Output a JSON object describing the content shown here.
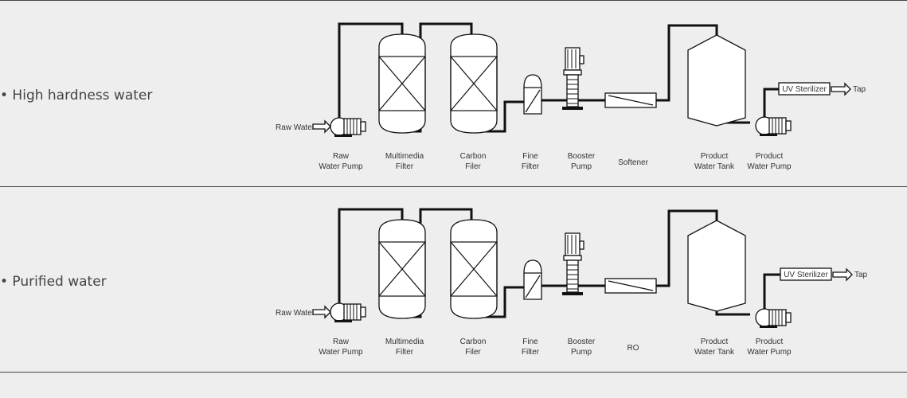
{
  "rows": [
    {
      "title": "• High hardness water",
      "inlet": "Raw Water",
      "uv": "UV Sterilizer",
      "tap": "Tap",
      "labels": [
        [
          "Raw",
          "Water Pump"
        ],
        [
          "Multimedia",
          "Filter"
        ],
        [
          "Carbon",
          "Filer"
        ],
        [
          "Fine",
          "Filter"
        ],
        [
          "Booster",
          "Pump"
        ],
        [
          "Softener"
        ],
        [
          "Product",
          "Water Tank"
        ],
        [
          "Product",
          "Water Pump"
        ]
      ]
    },
    {
      "title": "• Purified water",
      "inlet": "Raw Water",
      "uv": "UV Sterilizer",
      "tap": "Tap",
      "labels": [
        [
          "Raw",
          "Water Pump"
        ],
        [
          "Multimedia",
          "Filter"
        ],
        [
          "Carbon",
          "Filer"
        ],
        [
          "Fine",
          "Filter"
        ],
        [
          "Booster",
          "Pump"
        ],
        [
          "RO"
        ],
        [
          "Product",
          "Water Tank"
        ],
        [
          "Product",
          "Water Pump"
        ]
      ]
    }
  ]
}
